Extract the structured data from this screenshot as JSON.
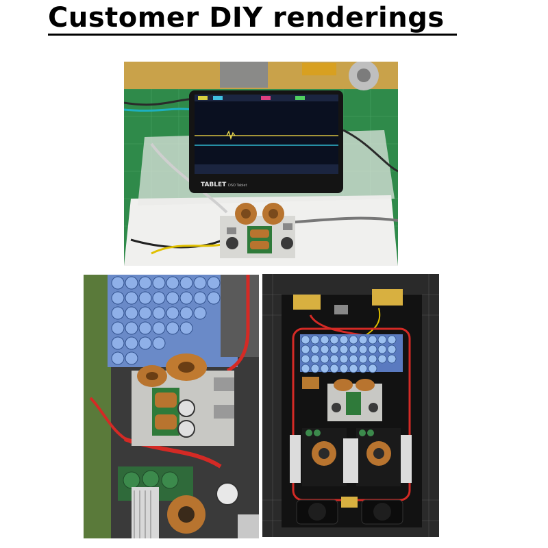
{
  "page": {
    "title": "Customer DIY renderings"
  },
  "photos": [
    {
      "name": "oscilloscope-test-photo",
      "device_label": "TABLET",
      "device_sublabel": "DSO Tablet"
    },
    {
      "name": "installed-amplifier-closeup-photo"
    },
    {
      "name": "amplifier-chassis-overview-photo"
    }
  ],
  "colors": {
    "mat_green": "#2f8a4a",
    "capacitor_blue": "#3d6fbf",
    "copper": "#b8742f",
    "wire_red": "#d42a25"
  }
}
